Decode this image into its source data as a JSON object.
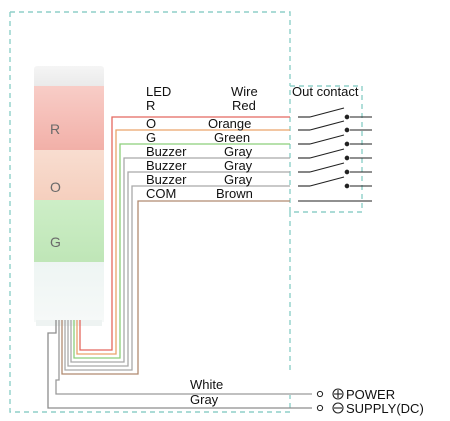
{
  "header": {
    "led": "LED",
    "wire": "Wire",
    "out_contact": "Out contact"
  },
  "rows": [
    {
      "led": "R",
      "wire": "Red"
    },
    {
      "led": "O",
      "wire": "Orange"
    },
    {
      "led": "G",
      "wire": "Green"
    },
    {
      "led": "Buzzer",
      "wire": "Gray"
    },
    {
      "led": "Buzzer",
      "wire": "Gray"
    },
    {
      "led": "Buzzer",
      "wire": "Gray"
    },
    {
      "led": "COM",
      "wire": "Brown"
    }
  ],
  "lamp": {
    "r": "R",
    "o": "O",
    "g": "G"
  },
  "power": {
    "white_label": "White",
    "gray_label": "Gray",
    "power_label": "POWER",
    "supply_label": "SUPPLY(DC)"
  },
  "colors": {
    "red_wire": "#e4685f",
    "orange_wire": "#e9a36a",
    "green_wire": "#8ccf7a",
    "gray_wire": "#a9a9a9",
    "brown_wire": "#b08a70",
    "dash_border": "#8fcfc9",
    "lamp_red": "#f4b9b2",
    "lamp_orange": "#f7d6c2",
    "lamp_green": "#c9ebc3"
  }
}
